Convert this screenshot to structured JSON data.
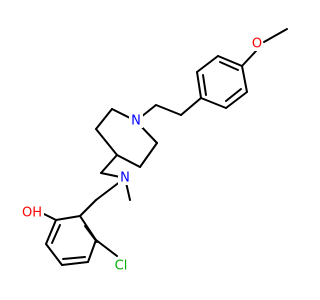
{
  "molecule": {
    "atoms": {
      "methoxy_o": {
        "text": "O",
        "color": "#ff0000"
      },
      "ring_n": {
        "text": "N",
        "color": "#0000ff"
      },
      "amine_n": {
        "text": "N",
        "color": "#0000ff"
      },
      "phenol_oh": {
        "text": "OH",
        "color": "#ff0000"
      },
      "chloro": {
        "text": "Cl",
        "color": "#00b000"
      }
    },
    "bond_color": "#000000",
    "background": "#ffffff"
  }
}
